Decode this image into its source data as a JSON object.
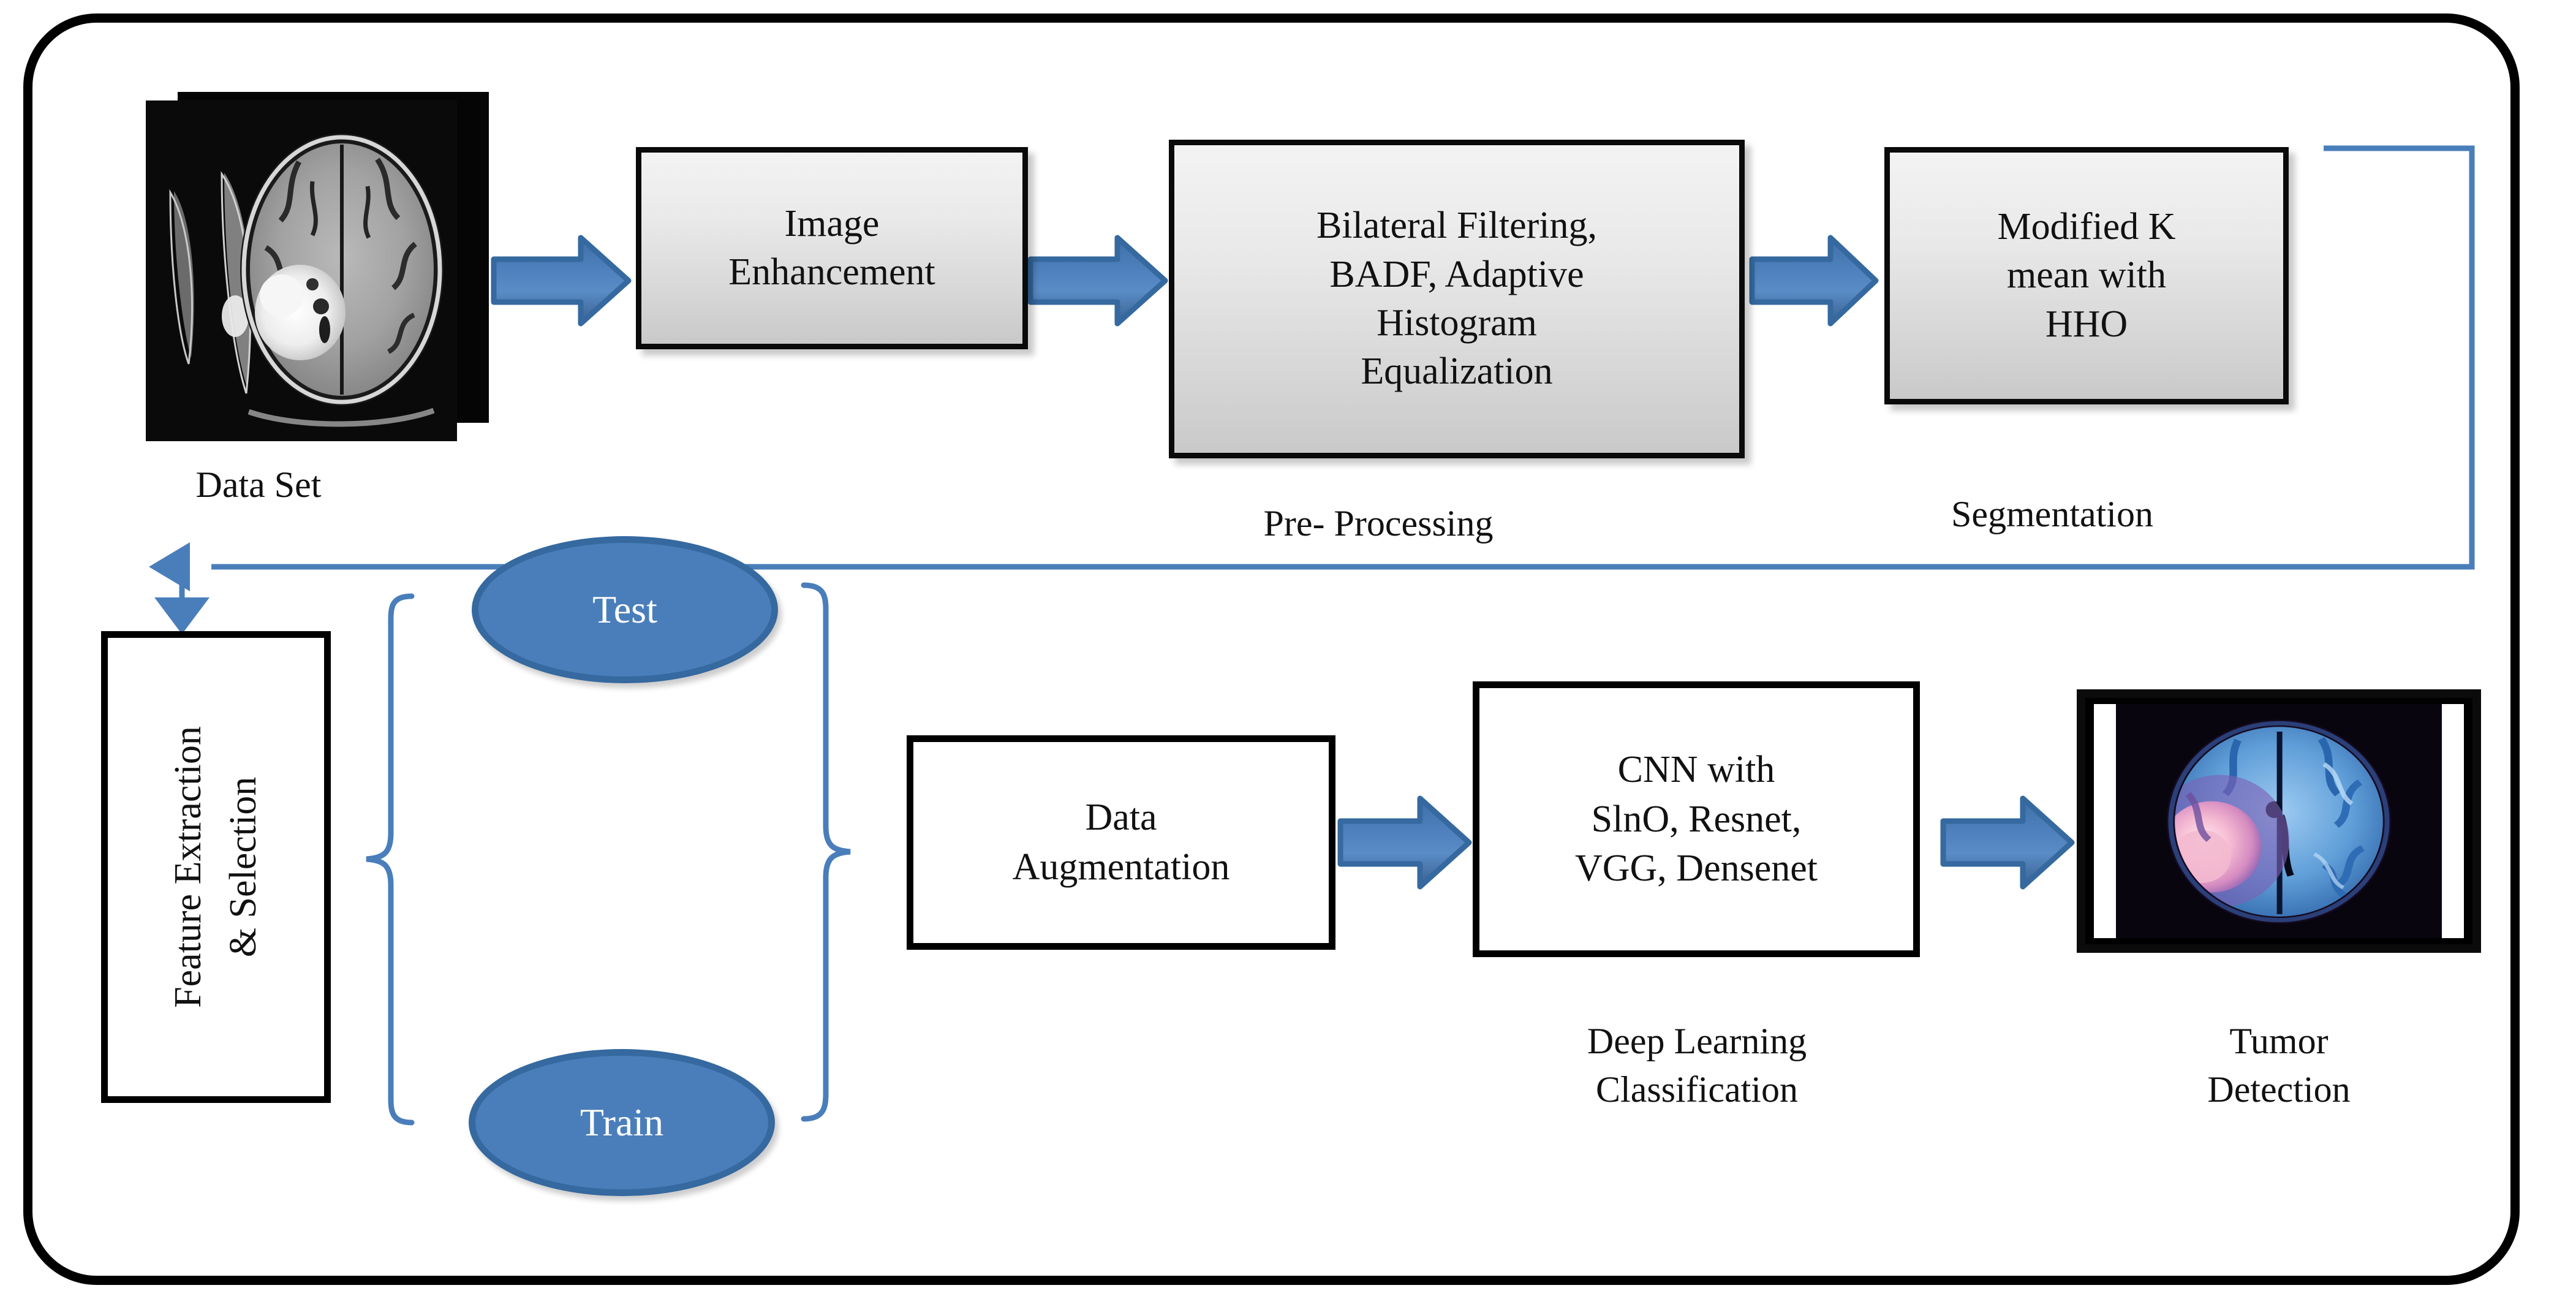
{
  "diagram": {
    "title": "Brain tumor detection pipeline",
    "colors": {
      "arrow_fill": "#4A7EBB",
      "arrow_stroke": "#35699F",
      "connector_line": "#4A7EBB",
      "ellipse_fill": "#4A7EBB",
      "ellipse_stroke": "#35699F",
      "box_border": "#000000",
      "gradient_box_top": "#F3F3F3",
      "gradient_box_bottom": "#C9C9C9"
    },
    "top_row": {
      "dataset_label": "Data Set",
      "boxes": [
        {
          "id": "image-enhancement",
          "text": "Image\nEnhancement"
        },
        {
          "id": "preprocessing-methods",
          "text": "Bilateral Filtering,\nBADF, Adaptive\nHistogram\nEqualization"
        },
        {
          "id": "segmentation-method",
          "text": "Modified K\nmean with\nHHO"
        }
      ],
      "stage_labels": [
        {
          "id": "pre-processing",
          "text": "Pre- Processing"
        },
        {
          "id": "segmentation",
          "text": "Segmentation"
        }
      ]
    },
    "bottom_row": {
      "feature_box_text": "Feature Extraction\n& Selection",
      "split_nodes": [
        {
          "id": "test",
          "label": "Test"
        },
        {
          "id": "train",
          "label": "Train"
        }
      ],
      "boxes": [
        {
          "id": "data-augmentation",
          "text": "Data\nAugmentation"
        },
        {
          "id": "cnn-models",
          "text": "CNN with\nSlnO, Resnet,\nVGG, Densenet"
        }
      ],
      "stage_labels": [
        {
          "id": "deep-learning-classification",
          "text": "Deep Learning\nClassification"
        },
        {
          "id": "tumor-detection",
          "text": "Tumor\nDetection"
        }
      ]
    },
    "images": {
      "dataset_mri_alt": "Stacked grayscale FLAIR MRI brain slices with bright tumor region",
      "result_mri_alt": "Pseudo-colored MRI brain slice with highlighted pink tumor region"
    }
  }
}
